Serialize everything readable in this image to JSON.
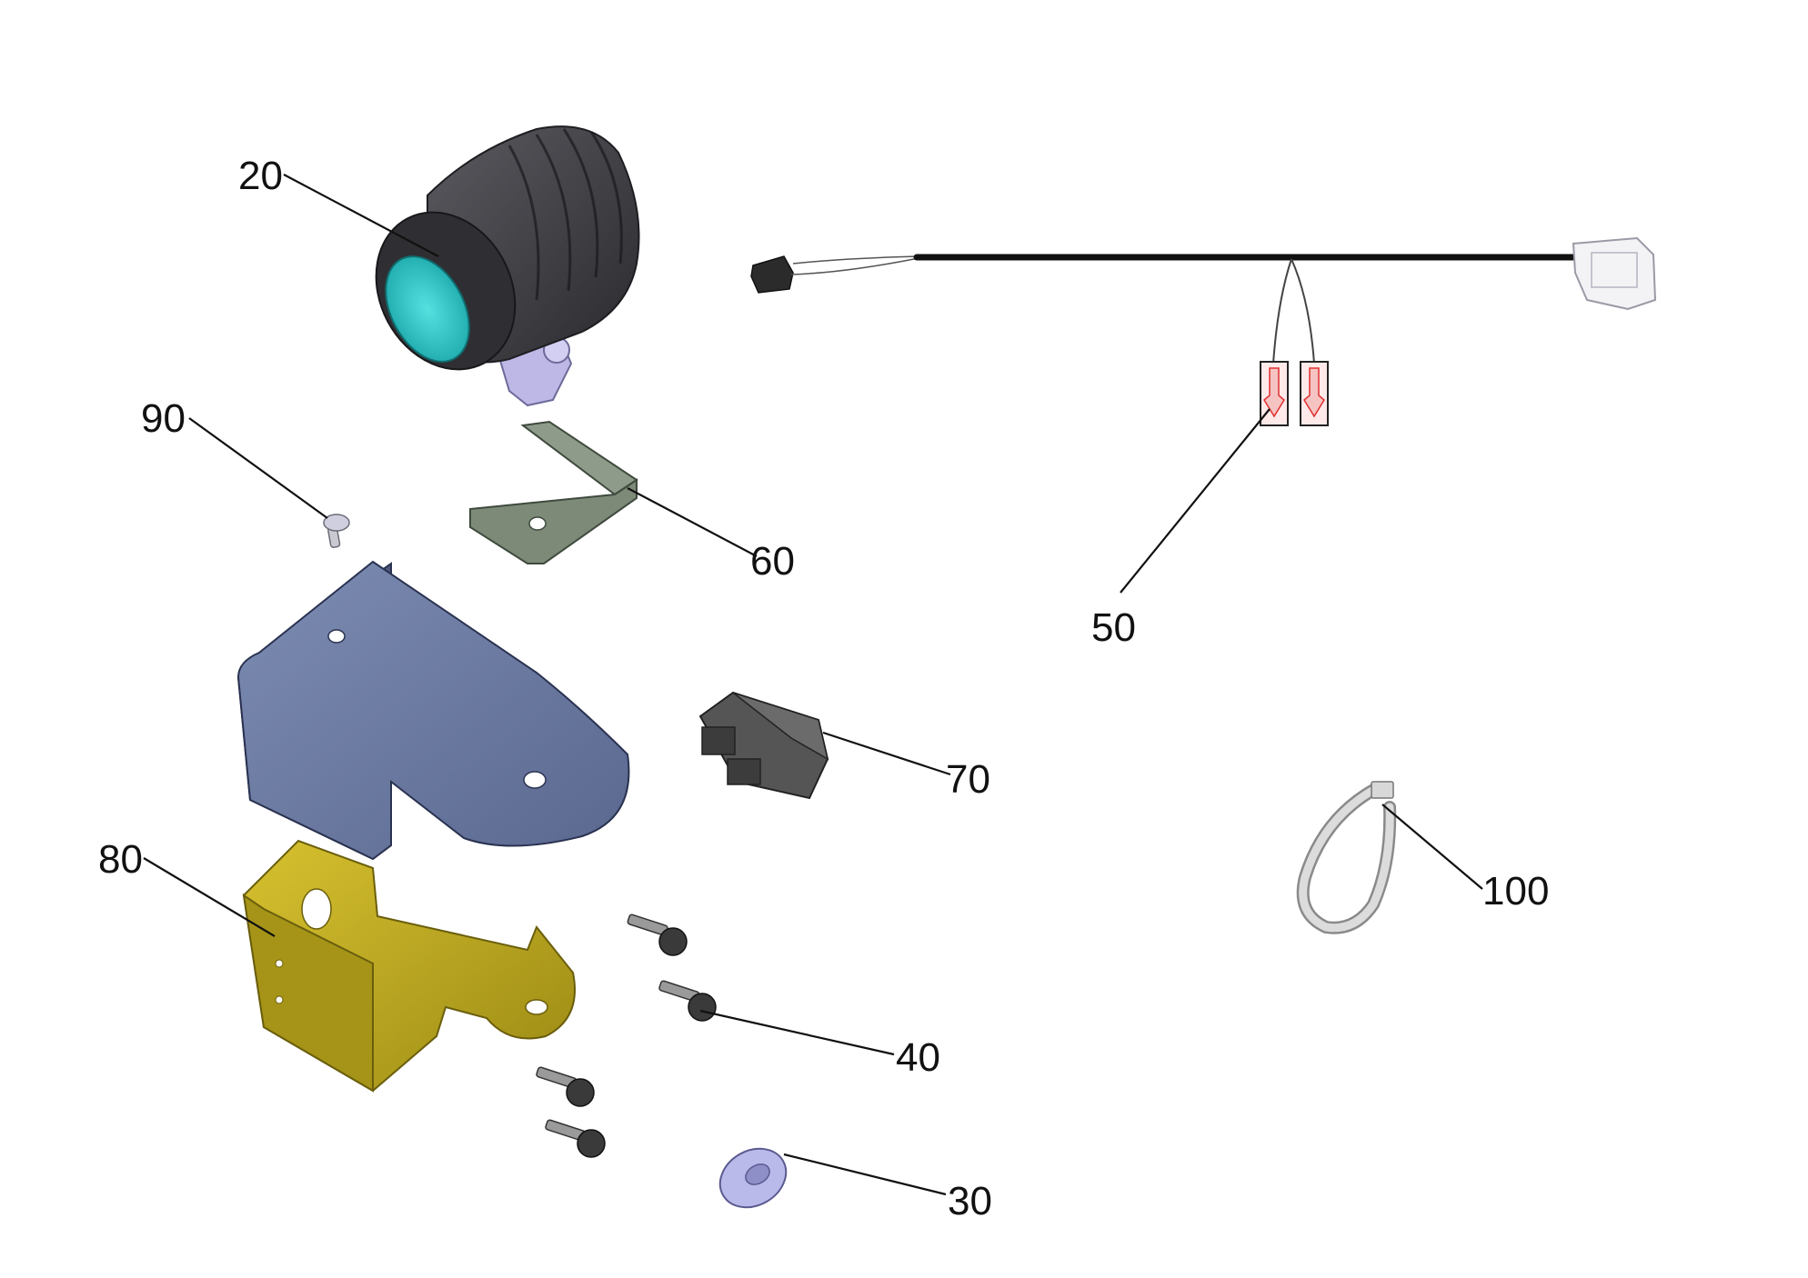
{
  "diagram": {
    "callouts": {
      "c20": "20",
      "c90": "90",
      "c60": "60",
      "c50": "50",
      "c70": "70",
      "c80": "80",
      "c100": "100",
      "c40": "40",
      "c30": "30"
    },
    "colors": {
      "lamp_body": "#3c3c40",
      "lamp_lens": "#2ec4c4",
      "lamp_bracket": "#bdb8e6",
      "plate_60": "#7d8a78",
      "main_bracket": "#6a7aa0",
      "base_bracket_80": "#b8a41e",
      "connector_70": "#4a4a4a",
      "harness_wire": "#111111",
      "terminal_outline": "#222222",
      "terminal_fill": "#ffe9e9",
      "terminal_accent": "#e03030",
      "screw": "#3a3a3a",
      "grommet_30": "#b9b9ea",
      "cable_tie_100": "#cfcfcf"
    }
  }
}
